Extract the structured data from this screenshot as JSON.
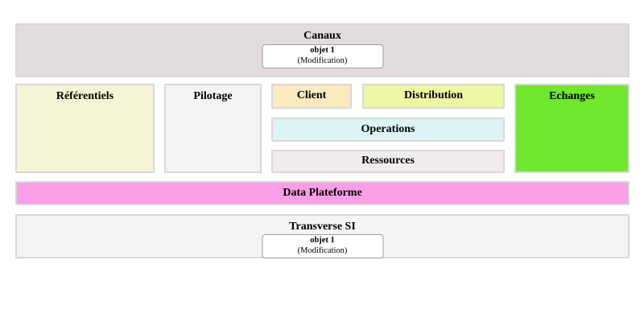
{
  "diagram": {
    "kind": "enterprise-architecture-block-diagram",
    "language": "fr"
  },
  "zones": {
    "canaux": {
      "label": "Canaux",
      "fill": "#e3dcdc",
      "objet": {
        "name": "objet 1",
        "action": "(Modification)"
      }
    },
    "referentiels": {
      "label": "Référentiels",
      "fill": "#f5f5d6"
    },
    "pilotage": {
      "label": "Pilotage",
      "fill": "#f4f4f4"
    },
    "client": {
      "label": "Client",
      "fill": "#faeabd"
    },
    "distribution": {
      "label": "Distribution",
      "fill": "#edf7a3"
    },
    "operations": {
      "label": "Operations",
      "fill": "#dcf4f5"
    },
    "ressources": {
      "label": "Ressources",
      "fill": "#f1eceb"
    },
    "echanges": {
      "label": "Echanges",
      "fill": "#70e72e"
    },
    "data_plateforme": {
      "label": "Data Plateforme",
      "fill": "#fa9ee8"
    },
    "transverse": {
      "label": "Transverse SI",
      "fill": "#f4f4f4",
      "objet": {
        "name": "objet 1",
        "action": "(Modification)"
      }
    }
  },
  "colors": {
    "page_bg": "#ffffff",
    "text": "#000000",
    "zone_border": "#d8d8d8",
    "objet_border": "#9e9e9e"
  }
}
